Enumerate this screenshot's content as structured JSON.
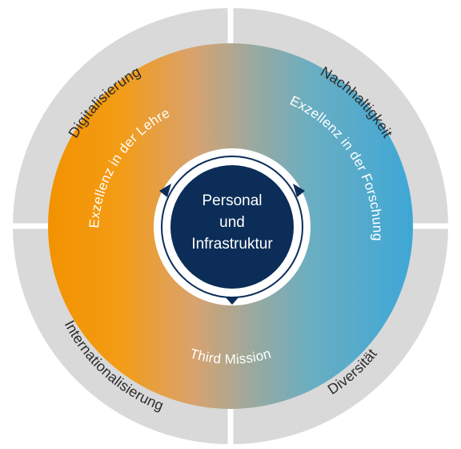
{
  "outer_ring": {
    "top_left": "Digitalisierung",
    "top_right": "Nachhaltigkeit",
    "bottom_left": "Internationalisierung",
    "bottom_right": "Diversität"
  },
  "inner_ring": {
    "left": "Exzellenz in der Lehre",
    "right": "Exzellenz in der Forschung",
    "bottom": "Third Mission"
  },
  "center": {
    "line1": "Personal",
    "line2": "und",
    "line3": "Infrastruktur"
  },
  "colors": {
    "outer_ring": "#d9d9d9",
    "separator": "#ffffff",
    "left_gradient": "#f0930f",
    "mid_gradient": "#9aa7a0",
    "right_gradient": "#46a8d2",
    "center_fill": "#0b2d58",
    "text_dark": "#2b2b2b"
  }
}
